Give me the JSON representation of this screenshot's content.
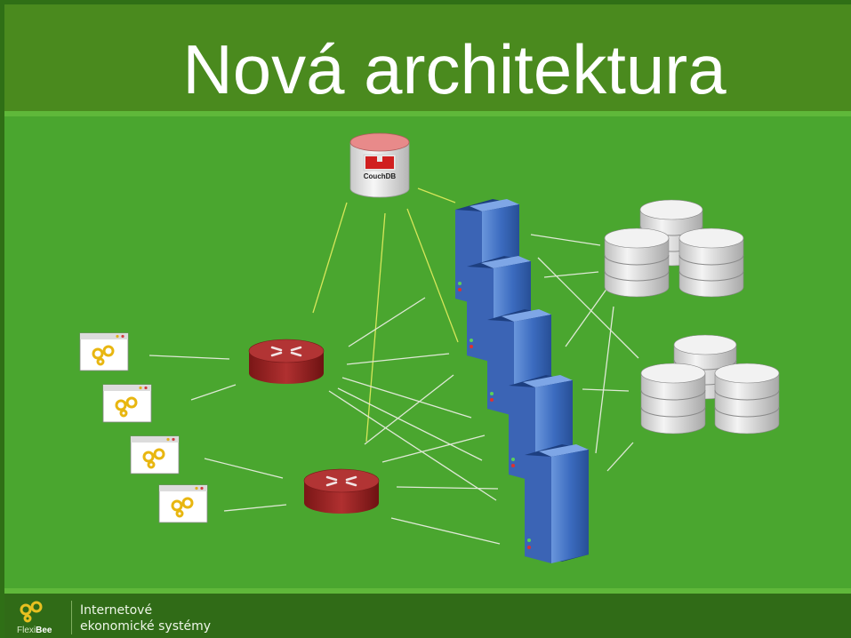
{
  "slide": {
    "title": "Nová architektura",
    "footer": {
      "line1": "Internetové",
      "line2": "ekonomické systémy",
      "logo_text_light": "Flexi",
      "logo_text_bold": "Bee"
    }
  },
  "diagram": {
    "couchdb_label": "CouchDB",
    "colors": {
      "background": "#4aa62f",
      "header": "#4a8a1e",
      "router": "#9b2424",
      "server": "#2f5fb0",
      "database": "#d9d9d9",
      "link_white": "#dfe9d6",
      "link_yellow": "#d6e65a"
    },
    "nodes": {
      "clients": [
        "flexibee-client-icon",
        "flexibee-client-icon",
        "flexibee-client-icon",
        "flexibee-client-icon"
      ],
      "routers": [
        "router-icon",
        "router-icon"
      ],
      "servers": [
        "server-icon",
        "server-icon",
        "server-icon",
        "server-icon",
        "server-icon"
      ],
      "database_clusters": [
        "database-cluster-icon",
        "database-cluster-icon"
      ],
      "couchdb": "couchdb-icon"
    }
  }
}
